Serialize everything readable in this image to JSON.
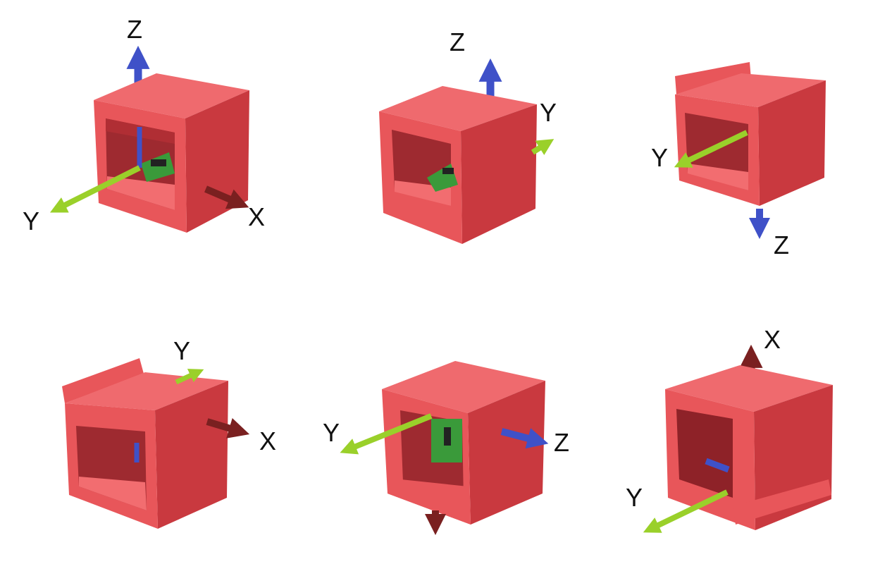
{
  "figure": {
    "panels": [
      {
        "id": "panel-1",
        "labels": {
          "z": "Z",
          "y": "Y",
          "x": "X"
        }
      },
      {
        "id": "panel-2",
        "labels": {
          "z": "Z",
          "y": "Y"
        }
      },
      {
        "id": "panel-3",
        "labels": {
          "y": "Y",
          "z": "Z"
        }
      },
      {
        "id": "panel-4",
        "labels": {
          "y": "Y",
          "x": "X"
        }
      },
      {
        "id": "panel-5",
        "labels": {
          "y": "Y",
          "z": "Z"
        }
      },
      {
        "id": "panel-6",
        "labels": {
          "x": "X",
          "y": "Y"
        }
      }
    ],
    "colors": {
      "box_front": "#e8565a",
      "box_side": "#c9393f",
      "box_top": "#ef6a6e",
      "box_inner": "#b02e34",
      "box_inner_floor": "#f26d70",
      "axis_x": "#7a2020",
      "axis_y": "#9ad02a",
      "axis_z": "#3f51c8",
      "pcb": "#3a9a3a",
      "chip": "#222222"
    }
  }
}
